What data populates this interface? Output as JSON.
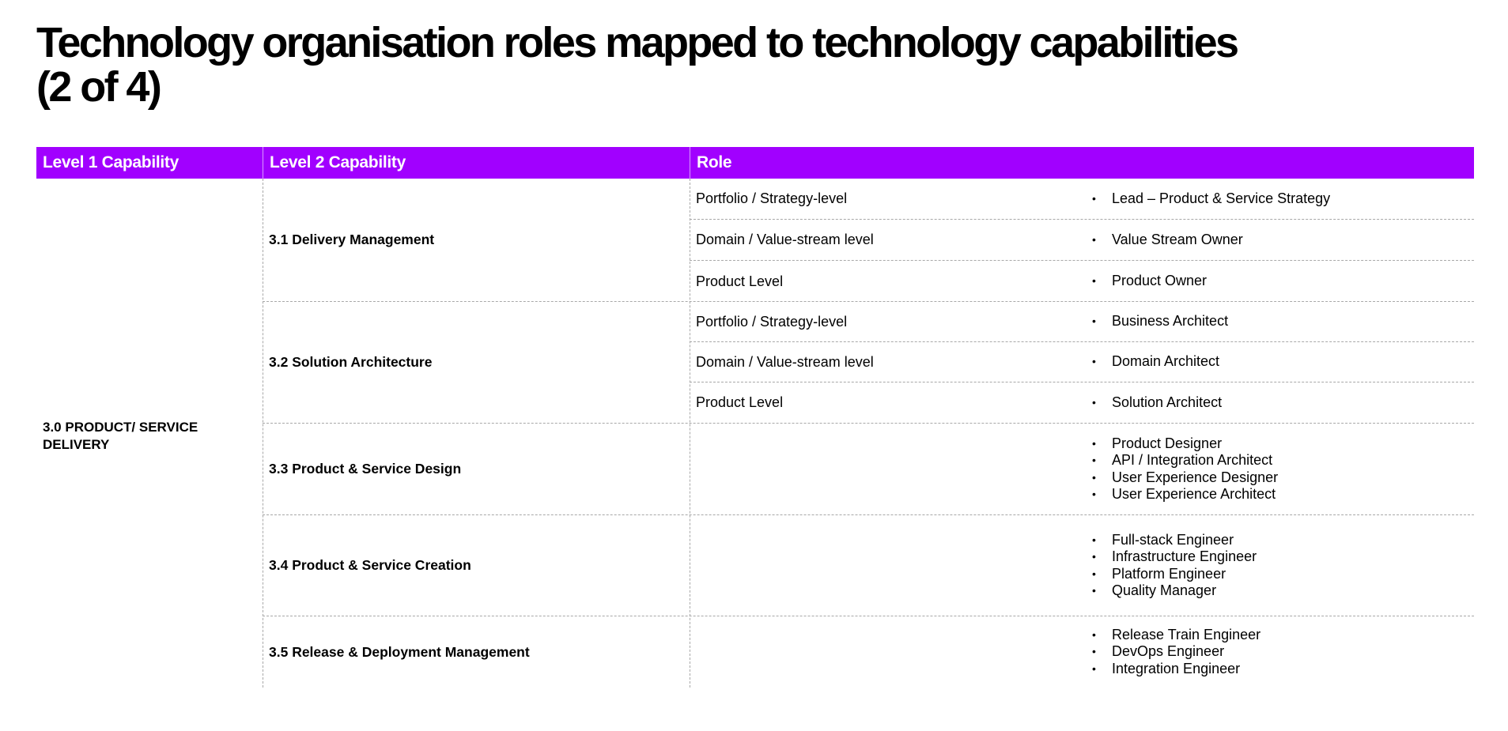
{
  "title": {
    "line1": "Technology organisation roles mapped to technology capabilities",
    "line2": "(2 of 4)"
  },
  "table": {
    "headers": {
      "level1": "Level 1 Capability",
      "level2": "Level 2 Capability",
      "role": "Role"
    },
    "level1_capability": "3.0 PRODUCT/ SERVICE DELIVERY",
    "bullet": "•",
    "groups": [
      {
        "level2": "3.1 Delivery Management",
        "rows": [
          {
            "level": "Portfolio / Strategy-level",
            "roles": [
              "Lead – Product & Service Strategy"
            ]
          },
          {
            "level": "Domain / Value-stream level",
            "roles": [
              "Value Stream Owner"
            ]
          },
          {
            "level": "Product Level",
            "roles": [
              "Product Owner"
            ]
          }
        ]
      },
      {
        "level2": "3.2 Solution Architecture",
        "rows": [
          {
            "level": "Portfolio / Strategy-level",
            "roles": [
              "Business Architect"
            ]
          },
          {
            "level": "Domain / Value-stream level",
            "roles": [
              "Domain Architect"
            ]
          },
          {
            "level": "Product Level",
            "roles": [
              "Solution Architect"
            ]
          }
        ]
      },
      {
        "level2": "3.3 Product & Service Design",
        "roles": [
          "Product Designer",
          "API / Integration Architect",
          "User Experience Designer",
          "User Experience Architect"
        ]
      },
      {
        "level2": "3.4 Product & Service Creation",
        "roles": [
          "Full-stack Engineer",
          "Infrastructure Engineer",
          "Platform Engineer",
          "Quality Manager"
        ]
      },
      {
        "level2": "3.5 Release & Deployment Management",
        "roles": [
          "Release Train Engineer",
          "DevOps Engineer",
          "Integration Engineer"
        ]
      }
    ]
  }
}
